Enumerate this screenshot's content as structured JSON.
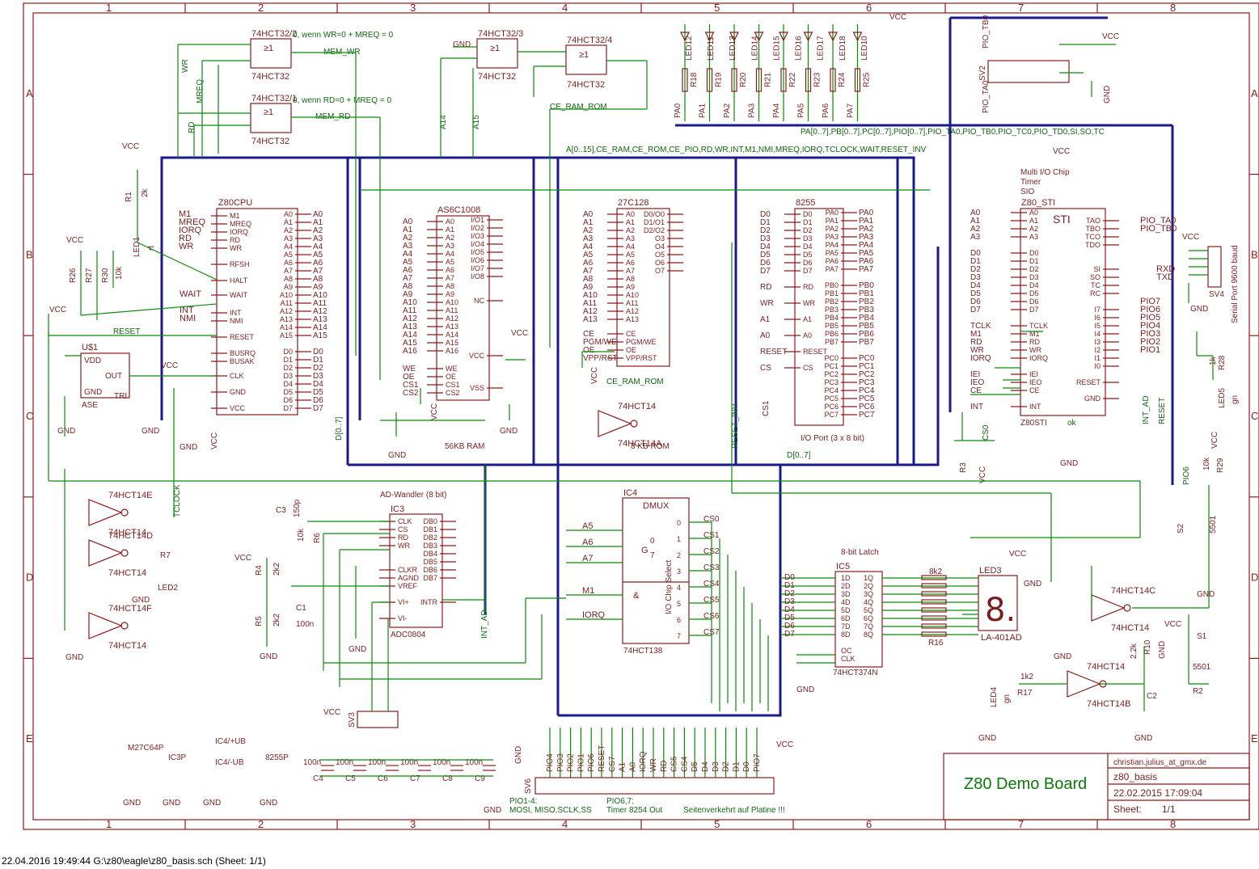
{
  "frame": {
    "columns": [
      "1",
      "2",
      "3",
      "4",
      "5",
      "6",
      "7",
      "8"
    ],
    "rows": [
      "A",
      "B",
      "C",
      "D",
      "E"
    ]
  },
  "top_notes": {
    "note_wr": "0, wenn WR=0 +  MREQ = 0",
    "note_rd": "0, wenn RD=0 +  MREQ = 0",
    "bus_signals": "A[0..15],CE_RAM,CE_ROM,CE_PIO,RD,WR,INT,M1,NMI,MREQ,IORQ,TCLOCK,WAIT,RESET_INV",
    "pio_bus": "PA[0..7],PB[0..7],PC[0..7],PIO[0..7],PIO_TA0,PIO_TB0,PIO_TC0,PIO_TD0,SI,SO,TC"
  },
  "nets": {
    "mem_wr": "MEM_WR",
    "mem_rd": "MEM_RD",
    "ce_ram_rom": "CE_RAM_ROM",
    "ce_ram_rom2": "CE_RAM_ROM",
    "wr": "WR",
    "mreq": "MREQ",
    "rd": "RD",
    "a14": "A14",
    "a15": "A15",
    "reset": "RESET",
    "tclock": "TCLOCK",
    "d07": "D[0..7]",
    "d07b": "D[0..7]",
    "int_ad": "INT_AD",
    "reset2": "RESET",
    "pio6": "PIO6",
    "reset_inv": "RESET_INV",
    "cs1": "CS1",
    "cs0": "CS0",
    "int_ad2": "INT_AD",
    "pio7": "PIO7"
  },
  "gates": {
    "g1": {
      "name": "74HCT32/2",
      "type": "74HCT32",
      "sym": "≥1"
    },
    "g2": {
      "name": "74HCT32/1",
      "type": "74HCT32",
      "sym": "≥1"
    },
    "g3": {
      "name": "74HCT32/3",
      "type": "74HCT32",
      "sym": "≥1"
    },
    "g4": {
      "name": "74HCT32/4",
      "type": "74HCT32",
      "sym": "≥1"
    }
  },
  "z80cpu": {
    "name": "Z80CPU",
    "left_pins": [
      "M1",
      "MREQ",
      "IORQ",
      "RD",
      "WR",
      "RFSH",
      "HALT",
      "WAIT",
      "INT",
      "NMI",
      "RESET",
      "BUSRQ",
      "BUSAK",
      "CLK",
      "GND",
      "VCC"
    ],
    "right_pins": [
      "A0",
      "A1",
      "A2",
      "A3",
      "A4",
      "A5",
      "A6",
      "A7",
      "A8",
      "A9",
      "A10",
      "A11",
      "A12",
      "A13",
      "A14",
      "A15",
      "D0",
      "D1",
      "D2",
      "D3",
      "D4",
      "D5",
      "D6",
      "D7"
    ]
  },
  "ram": {
    "name": "AS6C1008",
    "label": "56KB RAM",
    "left_pins": [
      "A0",
      "A1",
      "A2",
      "A3",
      "A4",
      "A5",
      "A6",
      "A7",
      "A8",
      "A9",
      "A10",
      "A11",
      "A12",
      "A13",
      "A14",
      "A15",
      "A16",
      "WE",
      "OE",
      "CS1",
      "CS2"
    ],
    "right_pins": [
      "I/O1",
      "I/O2",
      "I/O3",
      "I/O4",
      "I/O5",
      "I/O6",
      "I/O7",
      "I/O8",
      "NC",
      "VCC",
      "VSS"
    ]
  },
  "rom": {
    "name": "27C128",
    "label": "8 KB ROM",
    "left_pins": [
      "A0",
      "A1",
      "A2",
      "A3",
      "A4",
      "A5",
      "A6",
      "A7",
      "A8",
      "A9",
      "A10",
      "A11",
      "A12",
      "A13",
      "CE",
      "PGM/WE",
      "OE",
      "VPP/RST"
    ],
    "right_pins": [
      "D0/O0",
      "D1/O1",
      "D2/O2",
      "O3",
      "O4",
      "O5",
      "O6",
      "O7"
    ]
  },
  "ppi": {
    "name": "8255",
    "label": "I/O Port (3 x 8 bit)",
    "cs_label": "CS1",
    "left_pins": [
      "D0",
      "D1",
      "D2",
      "D3",
      "D4",
      "D5",
      "D6",
      "D7",
      "RD",
      "WR",
      "A1",
      "A0",
      "RESET",
      "CS"
    ],
    "right_pins": [
      "PA0",
      "PA1",
      "PA2",
      "PA3",
      "PA4",
      "PA5",
      "PA6",
      "PA7",
      "PB0",
      "PB1",
      "PB2",
      "PB3",
      "PB4",
      "PB5",
      "PB6",
      "PB7",
      "PC0",
      "PC1",
      "PC2",
      "PC3",
      "PC4",
      "PC5",
      "PC6",
      "PC7"
    ]
  },
  "sti": {
    "name": "Z80_STI",
    "title": "STI",
    "desc": [
      "Multi I/O Chip",
      "Timer",
      "SIO"
    ],
    "bottom": "Z80STI",
    "left_pins": [
      "A0",
      "A1",
      "A2",
      "A3",
      "D0",
      "D1",
      "D2",
      "D3",
      "D4",
      "D5",
      "D6",
      "D7",
      "TCLK",
      "M1",
      "RD",
      "WR",
      "IORQ",
      "IEI",
      "IEO",
      "CE",
      "INT"
    ],
    "right_pins": [
      "TAO",
      "TBO",
      "TCO",
      "TDO",
      "SI",
      "SO",
      "TC",
      "RC",
      "I7",
      "I6",
      "I5",
      "I4",
      "I3",
      "I2",
      "I1",
      "I0",
      "RESET",
      "GND"
    ],
    "ext_right": [
      "PIO_TA0",
      "PIO_TB0",
      "RXD",
      "TXD",
      "PIO7",
      "PIO6",
      "PIO5",
      "PIO4",
      "PIO3",
      "PIO2",
      "PIO1"
    ]
  },
  "adc": {
    "name": "IC3",
    "title": "AD-Wandler (8 bit)",
    "type": "ADC0804",
    "left_pins": [
      "CLK",
      "CS",
      "RD",
      "WR",
      "CLKR",
      "AGND",
      "VREF",
      "VI+",
      "VI-"
    ],
    "right_pins": [
      "DB0",
      "DB1",
      "DB2",
      "DB3",
      "DB4",
      "DB5",
      "DB6",
      "DB7",
      "INTR"
    ]
  },
  "dmux": {
    "name": "IC4",
    "title": "DMUX",
    "type": "74HCT138",
    "side": "I/O Chip Select",
    "in": [
      "A5",
      "A6",
      "A7",
      "M1",
      "IORQ"
    ],
    "g": "G",
    "frac": [
      "0",
      "7"
    ],
    "amp": "&",
    "out": [
      "CS0",
      "CS1",
      "CS2",
      "CS3",
      "CS4",
      "CS5",
      "CS6",
      "CS7"
    ]
  },
  "latch": {
    "name": "IC5",
    "title": "8-bit Latch",
    "type": "74HCT374N",
    "d": [
      "1D",
      "2D",
      "3D",
      "4D",
      "5D",
      "6D",
      "7D",
      "8D"
    ],
    "q": [
      "1Q",
      "2Q",
      "3Q",
      "4Q",
      "5Q",
      "6Q",
      "7Q",
      "8Q"
    ],
    "ctrl": [
      "OC",
      "CLK"
    ],
    "din": [
      "D0",
      "D1",
      "D2",
      "D3",
      "D4",
      "D5",
      "D6",
      "D7"
    ]
  },
  "led_disp": {
    "name": "LED3",
    "type": "LA-401AD",
    "digit": "8."
  },
  "inverters": {
    "i1": {
      "name": "74HCT14",
      "sub": "74HCT14A"
    },
    "i2": {
      "name": "74HCT14E",
      "sub": "74HCT14"
    },
    "i3": {
      "name": "74HCT14D",
      "sub": "74HCT14"
    },
    "i4": {
      "name": "74HCT14F",
      "sub": "74HCT14"
    },
    "i5": {
      "name": "74HCT14C",
      "sub": "74HCT14"
    },
    "i6": {
      "name": "74HCT14",
      "sub": "74HCT14B"
    }
  },
  "parts": {
    "vcc": "VCC",
    "gnd": "GND",
    "r1": "R1",
    "r1v": "2k",
    "led1": "LED1",
    "led1c": "rt",
    "r26": "R26",
    "r27": "R27",
    "r30": "R30",
    "r30v": "10k",
    "osc": "U$1",
    "osc_t": "ASE",
    "osc_pins": [
      "VDD",
      "GND",
      "OUT",
      "TRI"
    ],
    "r7": "R7",
    "led2": "LED2",
    "c3": "C3",
    "c3v": "150p",
    "r6": "R6",
    "r6v": "10k",
    "r4": "R4",
    "r4v": "2k2",
    "r5": "R5",
    "r5v": "2k2",
    "c1": "C1",
    "c1v": "100n",
    "r8": "8k2",
    "r16": "R16",
    "sv2": "SV2",
    "sv3": "SV3",
    "sv4": "SV4",
    "sv6": "SV6",
    "sv4_label": "Serial Port 9600 baud",
    "r28": "R28",
    "r28v": "1k",
    "led5": "LED5",
    "led5c": "gn",
    "r29": "R29",
    "r29v": "10k",
    "s2": "S2",
    "s2v": "5501",
    "s1": "S1",
    "s1v": "5501",
    "r10": "R10",
    "r10v": "2,2k",
    "r17": "R17",
    "r17v": "1k2",
    "r2": "R2",
    "c2": "C2",
    "led4": "LED4",
    "led4c": "gn",
    "r3": "R3",
    "m27": "M27C64P",
    "ic3p": "IC3P",
    "ic4ub": "IC4/+UB",
    "ic4ubm": "IC4/-UB",
    "p8255": "8255P",
    "pio_ta0": "PIO_TA0",
    "pio_tb0": "PIO_TB0",
    "caps": [
      "C4",
      "C5",
      "C6",
      "C7",
      "C8",
      "C9"
    ],
    "cap_v": "100n",
    "pio14": "PIO1-4:",
    "pio14b": "MOSI, MISO,SCLK,SS",
    "pio67": "PIO6,7:",
    "pio67b": "Timer 8254 Out",
    "reversed": "Seitenverkehrt auf Platine !!!",
    "ok": "ok"
  },
  "leds_top": [
    "LED12",
    "LED11",
    "LED13",
    "LED14",
    "LED15",
    "LED16",
    "LED17",
    "LED18",
    "LED10"
  ],
  "res_top": [
    "R18",
    "R19",
    "R20",
    "R21",
    "R22",
    "R23",
    "R24",
    "R25"
  ],
  "pa_top": [
    "PA0",
    "PA1",
    "PA2",
    "PA3",
    "PA4",
    "PA5",
    "PA6",
    "PA7"
  ],
  "sv6_pins": [
    "PIO4",
    "PIO3",
    "PIO2",
    "PIO1",
    "PIO6",
    "RESET",
    "CS7",
    "A1",
    "A0",
    "IORQ",
    "WR",
    "RD",
    "CS5",
    "CS4",
    "D5",
    "D4",
    "D3",
    "D2",
    "D1",
    "D0",
    "PIO7"
  ],
  "title_block": {
    "author": "christian.julius_at_gmx.de",
    "file": "z80_basis",
    "date": "22.02.2015 17:09:04",
    "sheet_label": "Sheet:",
    "sheet": "1/1",
    "title": "Z80 Demo Board"
  },
  "footer": "22.04.2016 19:49:44  G:\\z80\\eagle\\z80_basis.sch (Sheet: 1/1)"
}
